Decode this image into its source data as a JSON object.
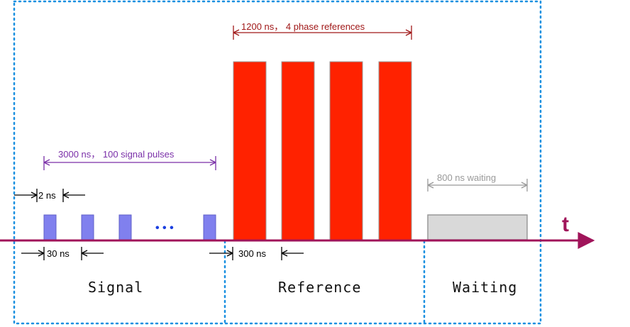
{
  "colors": {
    "signal_pulse": "#8080ee",
    "reference_pulse": "#ff2200",
    "waiting_block": "#d9d9d9",
    "time_axis": "#a0145a",
    "boundary": "#1a90e0",
    "signal_span": "#7a2fa8",
    "reference_span": "#a01818",
    "waiting_span": "#999999",
    "ellipsis": "#1a3fe0"
  },
  "axis": {
    "label": "t"
  },
  "sections": {
    "signal": "Signal",
    "reference": "Reference",
    "waiting": "Waiting"
  },
  "annotations": {
    "pulse_width": "2 ns",
    "pulse_period": "30 ns",
    "signal_span": "3000 ns， 100 signal pulses",
    "reference_span": "1200 ns， 4 phase references",
    "reference_period": "300 ns",
    "waiting_span": "800 ns waiting",
    "ellipsis": "• • •"
  }
}
